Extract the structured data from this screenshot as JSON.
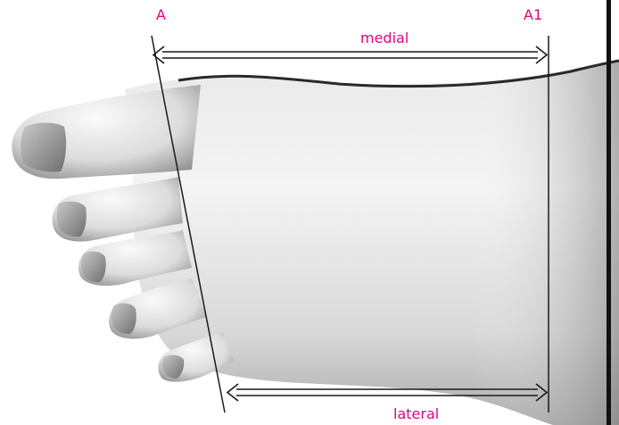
{
  "labels": {
    "point_a": "A",
    "point_a1": "A1",
    "medial": "medial",
    "lateral": "lateral"
  },
  "colors": {
    "label": "#e6007e",
    "line": "#1a1a1a",
    "border": "#111111",
    "skin_light": "#f2f2f2",
    "skin_mid": "#d4d4d4",
    "skin_dark": "#9a9a9a"
  }
}
